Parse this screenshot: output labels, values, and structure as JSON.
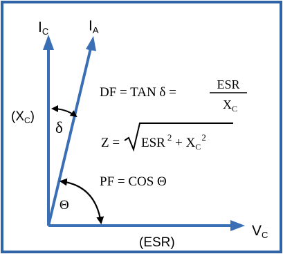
{
  "colors": {
    "frame": "#2f63a6",
    "vector": "#3a6fb5",
    "arc": "#000000",
    "text": "#000000",
    "background": "#ffffff"
  },
  "labels": {
    "ic_main": "I",
    "ic_sub": "C",
    "ia_main": "I",
    "ia_sub": "A",
    "vc_main": "V",
    "vc_sub": "C",
    "xc_open": "(X",
    "xc_sub": "C",
    "xc_close": ")",
    "esr": "(ESR)",
    "delta": "δ",
    "theta": "Θ"
  },
  "formulas": {
    "df_lhs": "DF = TAN δ  =",
    "df_num": "ESR",
    "df_den_main": "X",
    "df_den_sub": "C",
    "z_lhs": "Z =",
    "z_term1": "ESR",
    "z_exp1": "2",
    "z_plus": " + X",
    "z_sub": "C",
    "z_exp2": "2",
    "pf": "PF = COS Θ"
  }
}
